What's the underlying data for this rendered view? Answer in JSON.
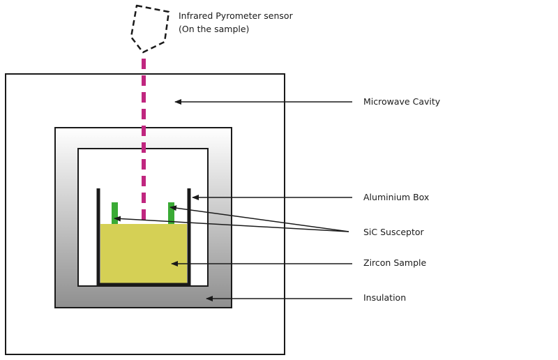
{
  "sensor": {
    "title": "Infrared Pyrometer sensor",
    "subtitle": "(On the sample)"
  },
  "labels": {
    "microwave_cavity": "Microwave Cavity",
    "aluminium_box": "Aluminium Box",
    "sic_susceptor": "SiC Susceptor",
    "zircon_sample": "Zircon Sample",
    "insulation": "Insulation"
  },
  "colors": {
    "ir_beam": "#c0267f",
    "sample": "#d5d055",
    "susceptor": "#3aaa35",
    "insulation_top": "#ffffff",
    "insulation_bottom": "#8f8f8f",
    "outline": "#1a1a1a"
  }
}
